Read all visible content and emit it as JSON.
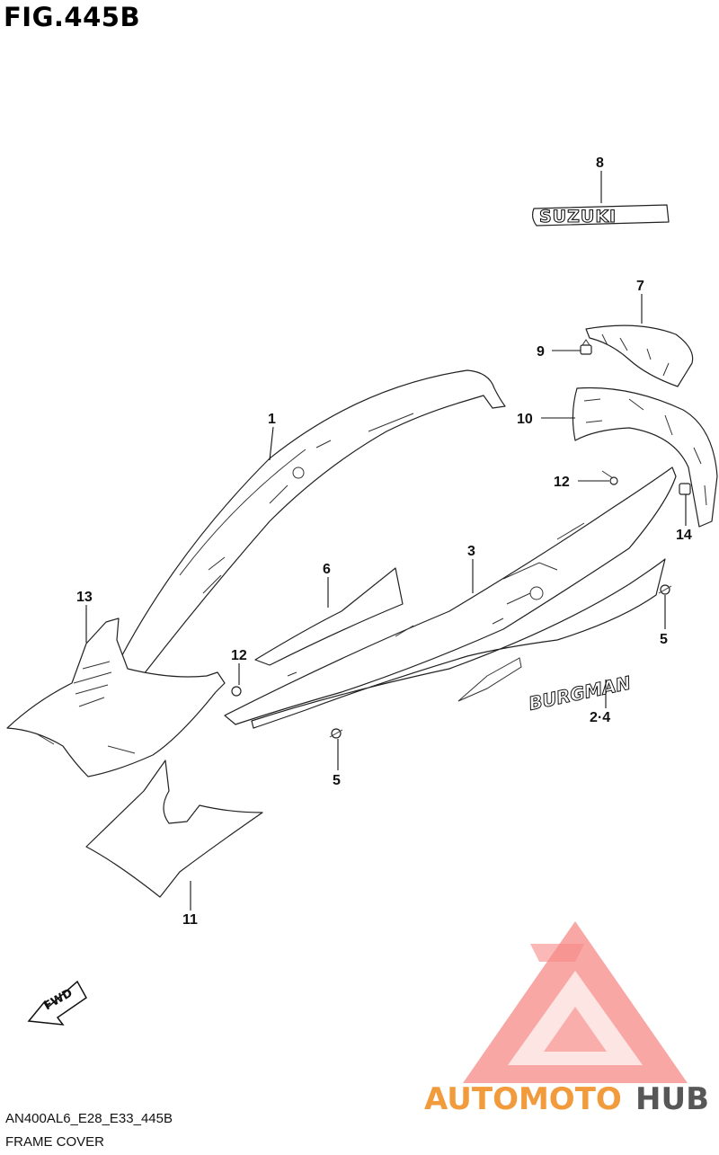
{
  "figure": {
    "title": "FIG.445B",
    "model_code": "AN400AL6_E28_E33_445B",
    "caption": "FRAME COVER"
  },
  "callouts": [
    "1",
    "2·4",
    "3",
    "5",
    "5",
    "6",
    "7",
    "8",
    "9",
    "10",
    "11",
    "12",
    "12",
    "13",
    "14"
  ],
  "emblems": {
    "suzuki": "SUZUKI",
    "burgman": "BURGMAN",
    "fwd_arrow": "FWD"
  },
  "watermark": {
    "text_part1": "AUTOMOTO",
    "text_part2": "HUB",
    "colors": {
      "primary": "#f08a1c",
      "secondary": "#1f1f1f",
      "logo_red": "#ee2a24"
    }
  }
}
